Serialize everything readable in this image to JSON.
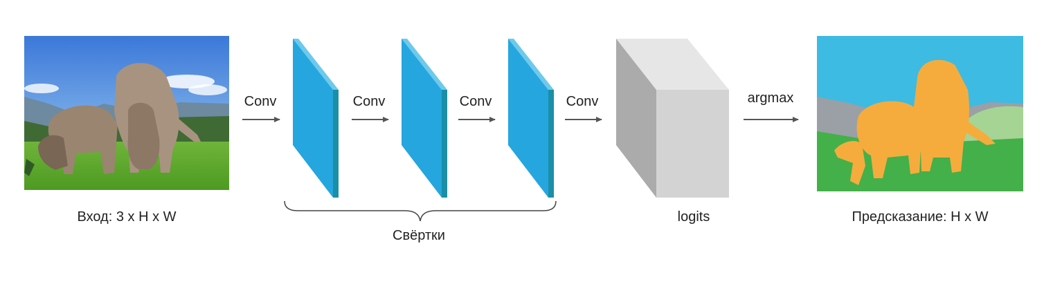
{
  "input": {
    "caption": "Вход: 3 x H x W",
    "picture": "cows-grazing-on-alpine-meadow"
  },
  "steps": [
    {
      "op_label": "Conv"
    },
    {
      "op_label": "Conv"
    },
    {
      "op_label": "Conv"
    },
    {
      "op_label": "Conv"
    },
    {
      "op_label": "argmax"
    }
  ],
  "convolutions": {
    "brace_label": "Свёртки",
    "layer_count": 3
  },
  "logits": {
    "caption": "logits"
  },
  "output": {
    "caption": "Предсказание: H x W"
  },
  "colors": {
    "conv_front": "#25a6df",
    "conv_side": "#1a8fa6",
    "conv_top": "#6ec9ea",
    "logits_front": "#d3d3d3",
    "logits_side": "#ababab",
    "logits_top": "#e6e6e6",
    "seg_sky": "#3dbbe2",
    "seg_mountain": "#9aa0a6",
    "seg_grass": "#43b04a",
    "seg_cow": "#f5ac3d",
    "seg_bush": "#a5d494",
    "arrow": "#555555"
  }
}
